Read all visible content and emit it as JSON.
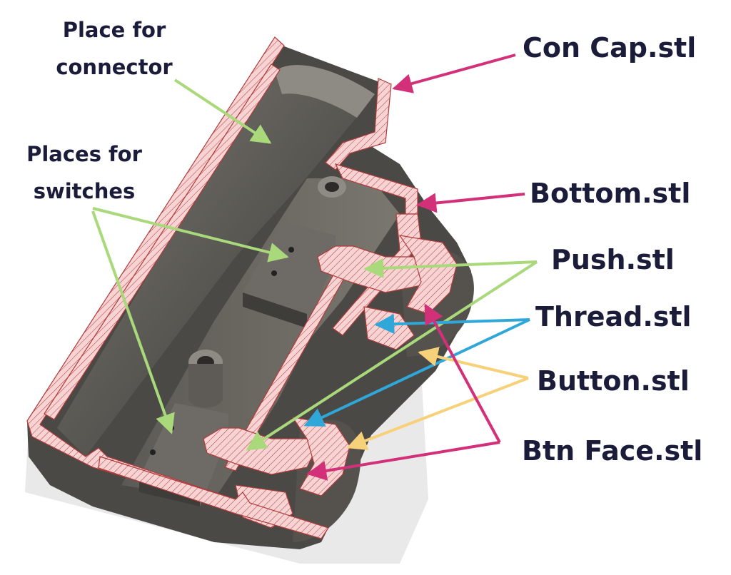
{
  "labels": {
    "connector": [
      "Place for",
      "connector"
    ],
    "switches": [
      "Places for",
      "switches"
    ],
    "con_cap": "Con Cap.stl",
    "bottom": "Bottom.stl",
    "push": "Push.stl",
    "thread": "Thread.stl",
    "button": "Button.stl",
    "btn_face": "Btn Face.stl"
  },
  "colors": {
    "green": "#a9d97b",
    "magenta": "#d3307a",
    "blue": "#2fa7d8",
    "yellow": "#f7d17a",
    "section_fill": "#f7d3d3",
    "section_hatch": "#b03a3a",
    "metal_dark": "#4b4945",
    "metal_mid": "#6e6b66",
    "metal_light": "#8e8a84",
    "shadow": "#e4e4e4",
    "text": "#1b1b3a"
  }
}
